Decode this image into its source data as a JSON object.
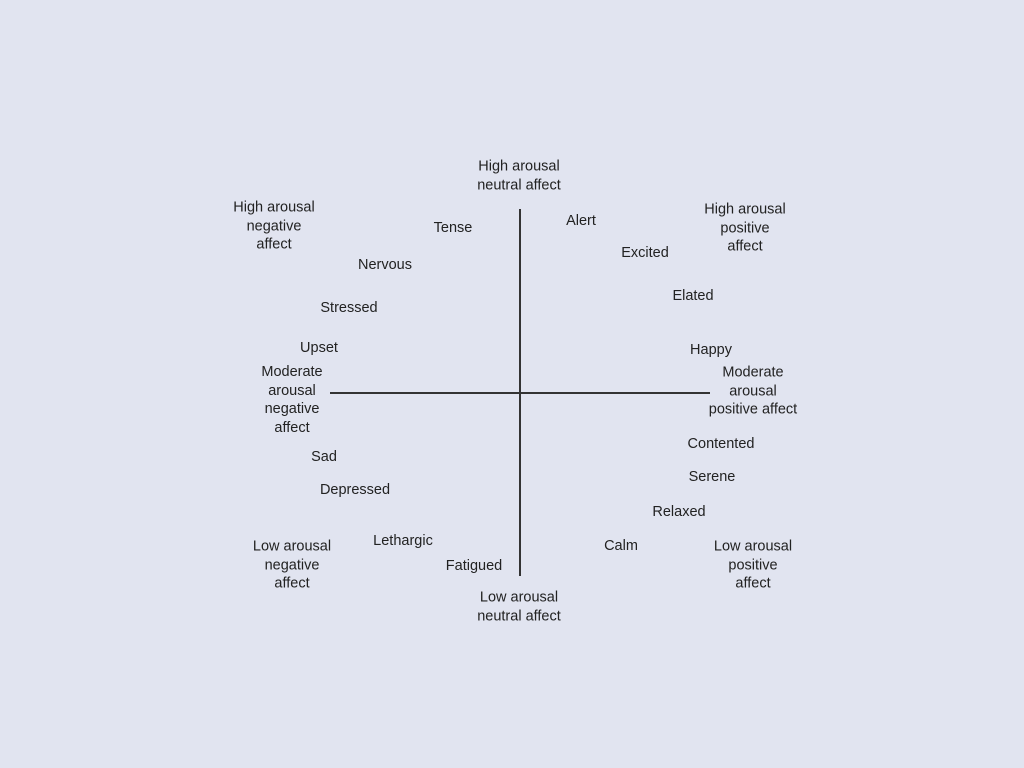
{
  "diagram": {
    "poles": {
      "high_neutral": "High arousal\nneutral affect",
      "high_negative": "High arousal\nnegative\naffect",
      "high_positive": "High arousal\npositive\naffect",
      "moderate_negative": "Moderate\narousal\nnegative\naffect",
      "moderate_positive": "Moderate\narousal\npositive affect",
      "low_negative": "Low arousal\nnegative\naffect",
      "low_neutral": "Low arousal\nneutral affect",
      "low_positive": "Low arousal\npositive\naffect"
    },
    "emotions": {
      "tense": "Tense",
      "nervous": "Nervous",
      "stressed": "Stressed",
      "upset": "Upset",
      "sad": "Sad",
      "depressed": "Depressed",
      "lethargic": "Lethargic",
      "fatigued": "Fatigued",
      "alert": "Alert",
      "excited": "Excited",
      "elated": "Elated",
      "happy": "Happy",
      "contented": "Contented",
      "serene": "Serene",
      "relaxed": "Relaxed",
      "calm": "Calm"
    }
  }
}
